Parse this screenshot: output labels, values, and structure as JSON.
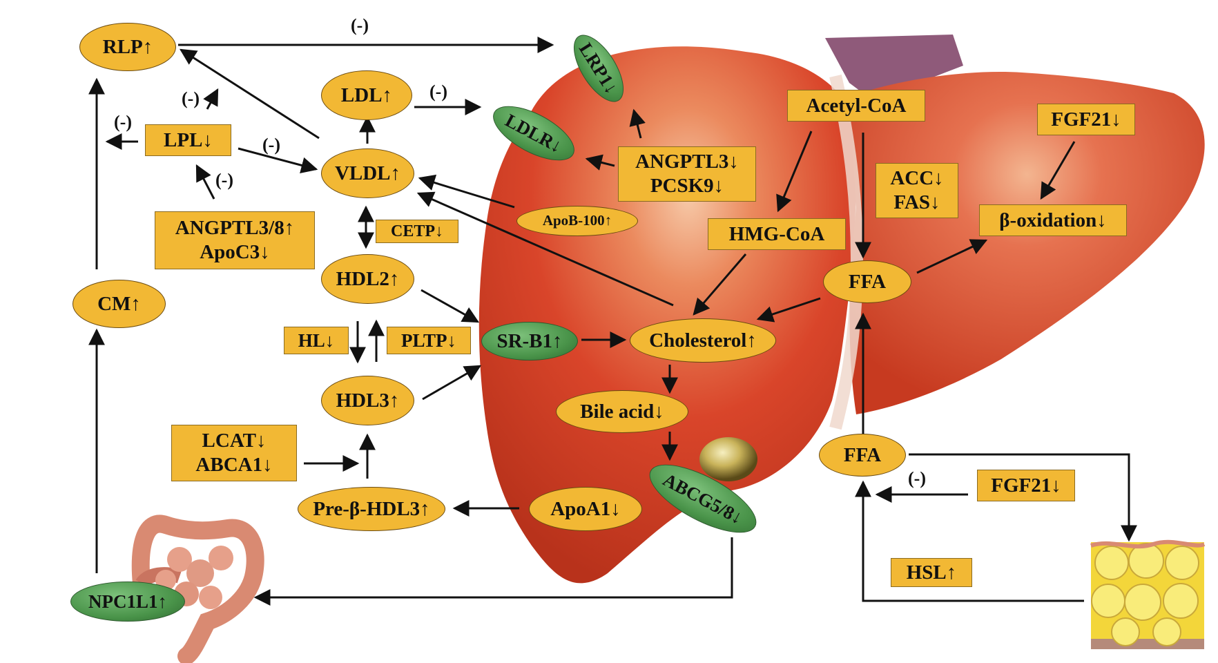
{
  "nodes": {
    "rlp": "RLP↑",
    "lrp1": "LRP1↓",
    "ldl": "LDL↑",
    "ldlr": "LDLR↓",
    "lpl": "LPL↓",
    "vldl": "VLDL↑",
    "angptl38_apoc3": [
      "ANGPTL3/8↑",
      "ApoC3↓"
    ],
    "cetp": "CETP↓",
    "apob100": "ApoB-100↑",
    "angptl3_pcsk9": [
      "ANGPTL3↓",
      "PCSK9↓"
    ],
    "acetyl_coa": "Acetyl-CoA",
    "fgf21_top": "FGF21↓",
    "acc_fas": [
      "ACC↓",
      "FAS↓"
    ],
    "hmg_coa": "HMG-CoA",
    "beta_oxidation": "β-oxidation↓",
    "hdl2": "HDL2↑",
    "cm": "CM↑",
    "ffa_liver": "FFA",
    "hl": "HL↓",
    "pltp": "PLTP↓",
    "srb1": "SR-B1↑",
    "cholesterol": "Cholesterol↑",
    "hdl3": "HDL3↑",
    "bile_acid": "Bile acid↓",
    "lcat_abca1": [
      "LCAT↓",
      "ABCA1↓"
    ],
    "ffa_adipose": "FFA",
    "fgf21_bottom": "FGF21↓",
    "pre_beta_hdl3": "Pre-β-HDL3↑",
    "apoa1": "ApoA1↓",
    "abcg58": "ABCG5/8↓",
    "hsl": "HSL↑",
    "npc1l1": "NPC1L1↑"
  },
  "inhibition_marks": {
    "rlp_lrp1": "(-)",
    "ldl_ldlr": "(-)",
    "lpl_up": "(-)",
    "lpl_left": "(-)",
    "lpl_vldl": "(-)",
    "angptl_lpl": "(-)",
    "fgf21_ffa": "(-)"
  },
  "colors": {
    "node_fill": "#f2b834",
    "receptor_fill": "#4f9a4f",
    "liver": "#d9452a",
    "arrow": "#111111"
  },
  "illustrations": [
    "liver",
    "gallbladder",
    "intestine",
    "adipose-tissue"
  ]
}
